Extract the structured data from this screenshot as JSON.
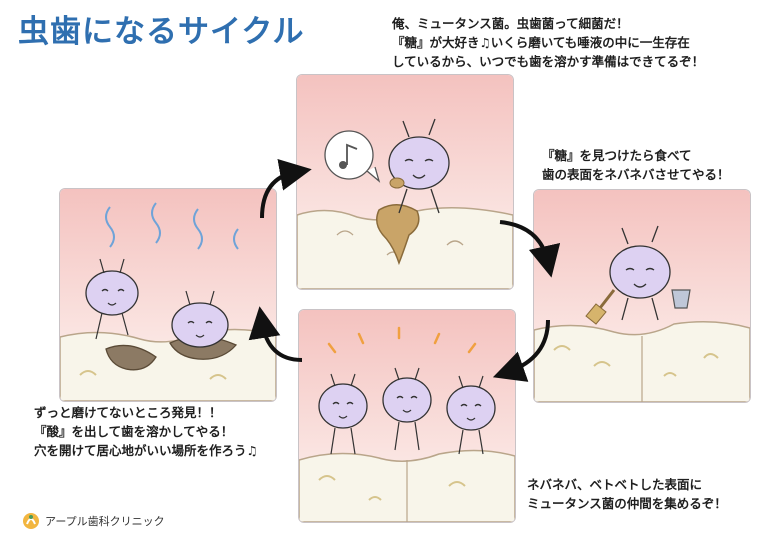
{
  "title": "虫歯になるサイクル",
  "captions": {
    "top": [
      "俺、ミュータンス菌。虫歯菌って細菌だ！",
      "『糖』が大好き♫いくら磨いても唾液の中に一生存在",
      "しているから、いつでも歯を溶かす準備はできてるぞ！"
    ],
    "right": [
      "『糖』を見つけたら食べて",
      "歯の表面をネバネバさせてやる！"
    ],
    "bottom": [
      "ネバネバ、ベトベトした表面に",
      "ミュータンス菌の仲間を集めるぞ！"
    ],
    "left": [
      "ずっと磨けてないところ発見！！",
      "『酸』を出して歯を溶かしてやる！",
      "穴を開けて居心地がいい場所を作ろう♫"
    ]
  },
  "clinic": {
    "name": "アープル歯科クリニック"
  },
  "icons": [
    "music-note-icon",
    "clinic-logo-icon"
  ],
  "colors": {
    "title": "#2f6fb0",
    "germ": "#d9cdf0",
    "panel_top": "#f4c4c1",
    "tooth": "#f8f5ea",
    "arrow": "#111111"
  }
}
